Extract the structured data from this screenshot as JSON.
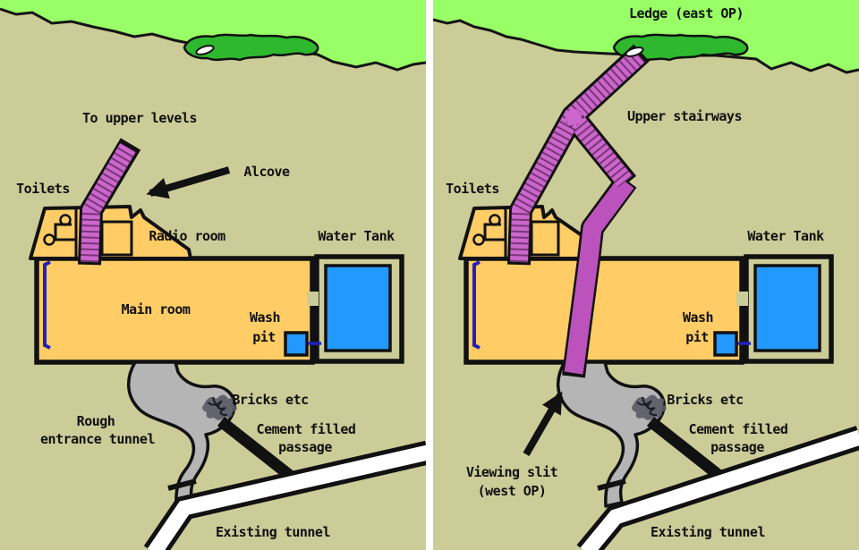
{
  "title": "Bunker plan diagrams (before and after upper works)",
  "colors": {
    "sky": "#99ff66",
    "ground": "#cccc99",
    "grass": "#2eb82e",
    "room": "#ffcc66",
    "stairs": "#cc66cc",
    "passage": "#bc52bc",
    "water": "#2299ff",
    "tunnel_gray": "#b5b5b5",
    "existing_white": "#ffffff",
    "door_blue": "#2222bb",
    "outline": "#111111"
  },
  "left": {
    "labels": {
      "to_upper_levels": "To upper levels",
      "alcove": "Alcove",
      "toilets": "Toilets",
      "radio_room": "Radio room",
      "water_tank": "Water Tank",
      "main_room": "Main room",
      "wash1": "Wash",
      "wash2": "pit",
      "rough1": "Rough",
      "rough2": "entrance tunnel",
      "bricks": "Bricks etc",
      "cement1": "Cement filled",
      "cement2": "passage",
      "existing": "Existing tunnel"
    }
  },
  "right": {
    "labels": {
      "ledge": "Ledge (east OP)",
      "upper_stairways": "Upper stairways",
      "toilets": "Toilets",
      "water_tank": "Water Tank",
      "wash1": "Wash",
      "wash2": "pit",
      "viewing1": "Viewing slit",
      "viewing2": "(west OP)",
      "bricks": "Bricks etc",
      "cement1": "Cement filled",
      "cement2": "passage",
      "existing": "Existing tunnel"
    }
  }
}
